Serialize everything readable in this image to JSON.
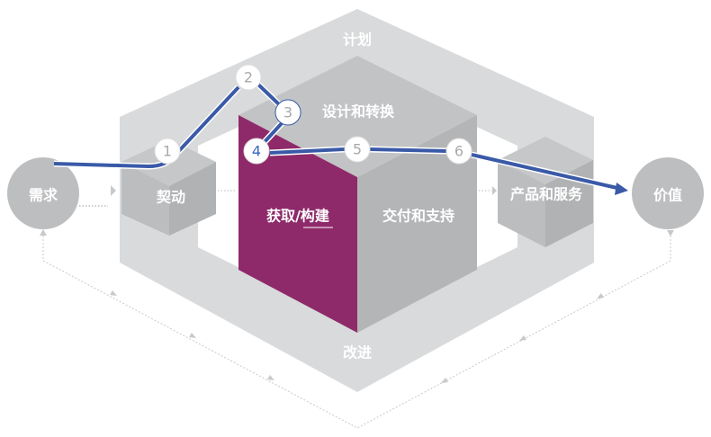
{
  "colors": {
    "frame": "#d9dadb",
    "cube": "#bcbdbf",
    "cube_dark": "#b1b2b4",
    "acquire": "#8e2a6a",
    "path": "#3a5aa8",
    "circle": "#bdbec0"
  },
  "labels": {
    "plan": "计划",
    "improve": "改进",
    "design": "设计和转换",
    "engage": "契动",
    "acquire": "获取/构建",
    "deliver": "交付和支持",
    "products": "产品和服务",
    "demand": "需求",
    "value": "价值"
  },
  "steps": [
    "1",
    "2",
    "3",
    "4",
    "5",
    "6"
  ]
}
